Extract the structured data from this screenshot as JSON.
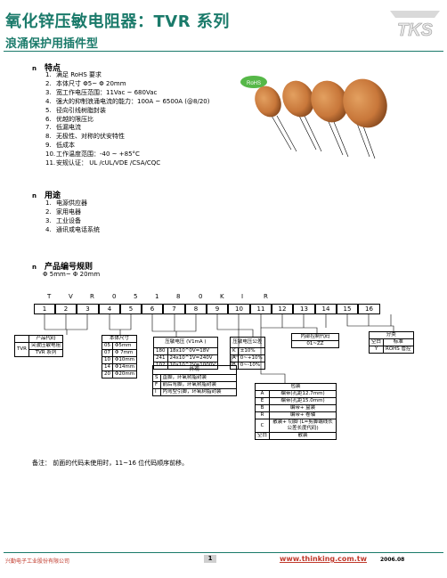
{
  "title": "氧化锌压敏电阻器：TVR 系列",
  "subtitle": "浪涌保护用插件型",
  "logo_text": "TKS",
  "rohs_badge": "RoHS",
  "features": {
    "bullet": "n",
    "heading": "特点",
    "items": [
      {
        "n": "1.",
        "text": "满足  RoHS  要求"
      },
      {
        "n": "2.",
        "text": "本体尺寸  Φ5~ Φ 20mm"
      },
      {
        "n": "3.",
        "text": "宽工作电压范围：11Vac ~ 680Vac"
      },
      {
        "n": "4.",
        "text": "强大的抑制浪涌电流的能力：100A ~ 6500A (@8/20)"
      },
      {
        "n": "5.",
        "text": "径向引线树脂封装"
      },
      {
        "n": "6.",
        "text": "优越的限压比"
      },
      {
        "n": "7.",
        "text": "低漏电流"
      },
      {
        "n": "8.",
        "text": "无极性、对称的伏安特性"
      },
      {
        "n": "9.",
        "text": "低成本"
      },
      {
        "n": "10.",
        "text": "工作温度范围：-40 ~ +85°C"
      },
      {
        "n": "11.",
        "text": "安规认证：   UL /cUL/VDE /CSA/CQC"
      }
    ]
  },
  "applications": {
    "bullet": "n",
    "heading": "用途",
    "items": [
      {
        "n": "1.",
        "text": "电源供应器"
      },
      {
        "n": "2.",
        "text": "家用电器"
      },
      {
        "n": "3.",
        "text": "工业设备"
      },
      {
        "n": "4.",
        "text": "通讯或电话系统"
      }
    ]
  },
  "part_numbering": {
    "bullet": "n",
    "heading": "产品编号规则",
    "size_range": "Φ 5mm~ Φ 20mm",
    "example_code": [
      "T",
      "V",
      "R",
      "0",
      "5",
      "1",
      "8",
      "0",
      "K",
      "I",
      "R"
    ],
    "positions": [
      "1",
      "2",
      "3",
      "4",
      "5",
      "6",
      "7",
      "8",
      "9",
      "10",
      "11",
      "12",
      "13",
      "14",
      "15",
      "16"
    ]
  },
  "tables": {
    "product_code": {
      "header": "产品代码",
      "code": "TVR",
      "desc_line1": "突波压敏电阻",
      "desc_line2": "TVR 系列"
    },
    "body_size": {
      "header": "本体尺寸",
      "rows": [
        [
          "05",
          "Φ5mm"
        ],
        [
          "07",
          "Φ 7mm"
        ],
        [
          "10",
          "Φ10mm"
        ],
        [
          "14",
          "Φ14mm"
        ],
        [
          "20",
          "Φ20mm"
        ]
      ]
    },
    "varistor_voltage": {
      "header": "压敏电压 (V1mA )",
      "rows": [
        [
          "180",
          "18x10^0V=18V"
        ],
        [
          "241",
          "24x10^1V=240V"
        ],
        [
          "102",
          "10x10^2V=1000V"
        ]
      ]
    },
    "voltage_tolerance": {
      "header": "压敏电压公差",
      "rows": [
        [
          "K",
          "±10%"
        ],
        [
          "A",
          "0~+10%"
        ],
        [
          "B",
          "0~-10%"
        ]
      ]
    },
    "internal_control": {
      "header": "内部控制代码",
      "code": "01~ZZ"
    },
    "classification": {
      "header": "分类",
      "rows": [
        [
          "空白",
          "标准"
        ],
        [
          "Y",
          "ROHS 管控"
        ]
      ]
    },
    "appearance": {
      "header": "外观",
      "rows": [
        [
          "S",
          "直脚，环氧树脂封装"
        ],
        [
          "F",
          "前后弯脚，环氧树脂封装"
        ],
        [
          "I",
          "内弯型引脚，环氧树脂封装"
        ]
      ]
    },
    "packaging": {
      "header": "包装",
      "rows": [
        [
          "A",
          "编带(孔距12.7mm)"
        ],
        [
          "E",
          "编带(孔距15.0mm)"
        ],
        [
          "B",
          "编带+ 盒装"
        ],
        [
          "R",
          "编带+ 卷轴"
        ],
        [
          "C",
          "散装+ 切脚 (L=剪脚端线长公差长度代码)"
        ],
        [
          "空白",
          "散装"
        ]
      ]
    }
  },
  "note": "备注：   前面的代码未使用时，11~16 位代码顺序前移。",
  "footer": {
    "company": "兴勤电子工业股份有限公司",
    "page": "1",
    "url": "www.thinking.com.tw",
    "date": "2006.08"
  },
  "colors": {
    "brand": "#1a7a6a",
    "footer_red": "#c0392b",
    "capsule": "#c8773a"
  }
}
